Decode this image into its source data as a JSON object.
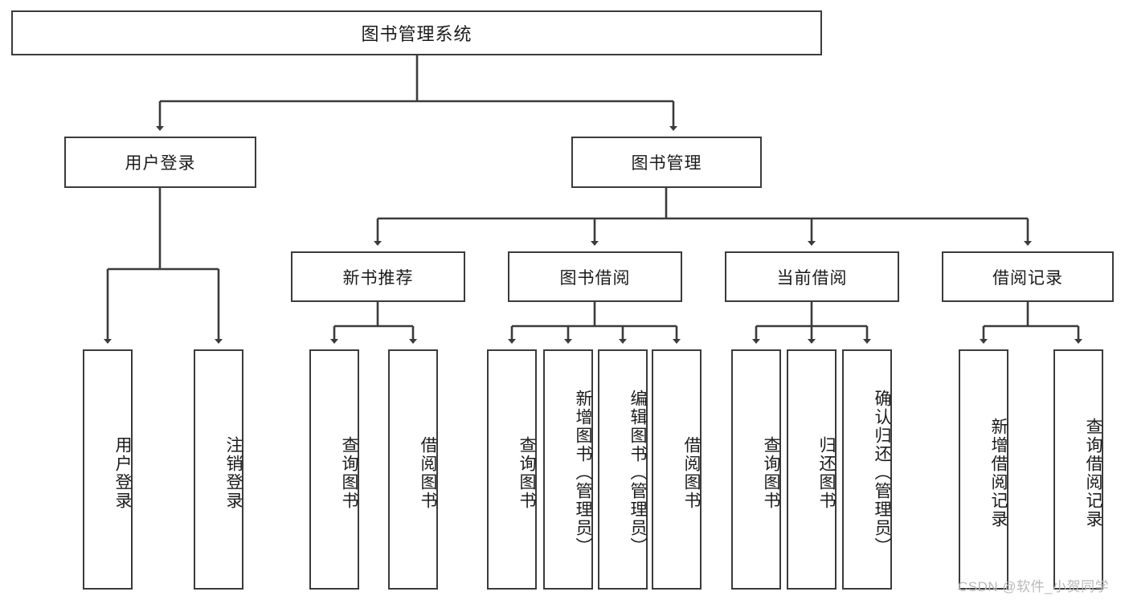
{
  "diagram": {
    "type": "tree-hierarchy",
    "title": "图书管理系统",
    "colors": {
      "box_border": "#3b3b3b",
      "box_fill": "#ffffff",
      "line": "#3b3b3b",
      "text": "#1b1b1b",
      "watermark": "#b9b9b9"
    },
    "root": {
      "label": "图书管理系统"
    },
    "level2": [
      {
        "label": "用户登录"
      },
      {
        "label": "图书管理"
      }
    ],
    "level3": [
      {
        "label": "新书推荐"
      },
      {
        "label": "图书借阅"
      },
      {
        "label": "当前借阅"
      },
      {
        "label": "借阅记录"
      }
    ],
    "leaves": {
      "user_login": [
        {
          "label": "用户登录"
        },
        {
          "label": "注销登录"
        }
      ],
      "new_book_recommend": [
        {
          "label": "查询图书"
        },
        {
          "label": "借阅图书"
        }
      ],
      "book_borrow": [
        {
          "label": "查询图书"
        },
        {
          "label": "新增图书（管理员）"
        },
        {
          "label": "编辑图书（管理员）"
        },
        {
          "label": "借阅图书"
        }
      ],
      "current_borrow": [
        {
          "label": "查询图书"
        },
        {
          "label": "归还图书"
        },
        {
          "label": "确认归还（管理员）"
        }
      ],
      "borrow_record": [
        {
          "label": "新增借阅记录"
        },
        {
          "label": "查询借阅记录"
        }
      ]
    }
  },
  "watermark": {
    "text": "CSDN @软件_小贺同学"
  }
}
